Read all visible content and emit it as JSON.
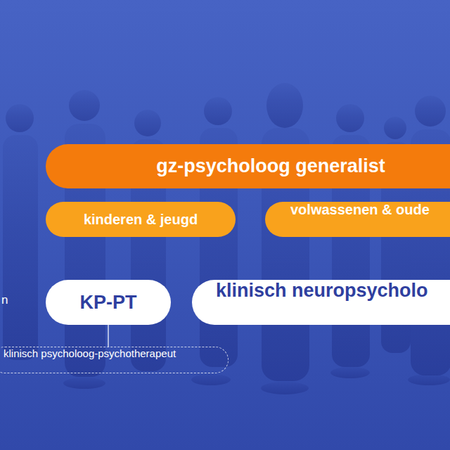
{
  "diagram": {
    "nodes": [
      {
        "text": [
          "gz-psycholoog generalist"
        ]
      },
      {
        "text": [
          "kinderen & jeugd"
        ]
      },
      {
        "text": [
          "volwassenen & oude"
        ]
      },
      {
        "text": [
          "KP-PT"
        ]
      },
      {
        "text": [
          "klinisch neuropsycholo"
        ]
      },
      {
        "text": [
          "klinisch psycholoog-psychotherapeut"
        ]
      }
    ],
    "edges": [
      {
        "from": 3,
        "to": 5,
        "arrow": "none"
      }
    ],
    "labels": [
      "n"
    ]
  }
}
